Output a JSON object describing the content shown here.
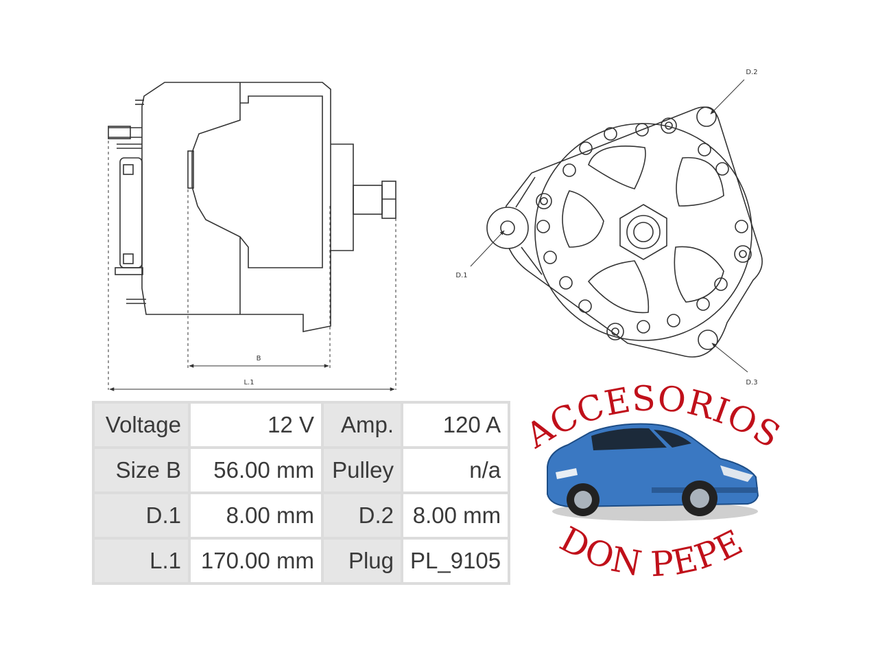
{
  "diagram": {
    "labels": {
      "b": "B",
      "l1": "L.1",
      "d1": "D.1",
      "d2": "D.2",
      "d3": "D.3"
    }
  },
  "specs": {
    "rows": [
      [
        {
          "k": "Voltage",
          "v": "12 V"
        },
        {
          "k": "Amp.",
          "v": "120 A"
        }
      ],
      [
        {
          "k": "Size B",
          "v": "56.00 mm"
        },
        {
          "k": "Pulley",
          "v": "n/a"
        }
      ],
      [
        {
          "k": "D.1",
          "v": "8.00 mm"
        },
        {
          "k": "D.2",
          "v": "8.00 mm"
        }
      ],
      [
        {
          "k": "L.1",
          "v": "170.00 mm"
        },
        {
          "k": "Plug",
          "v": "PL_9105"
        }
      ]
    ]
  },
  "logo": {
    "top_text": "ACCESORIOS",
    "bottom_text": "DON PEPE",
    "text_color": "#c0101a",
    "car_color": "#3a78c2"
  }
}
